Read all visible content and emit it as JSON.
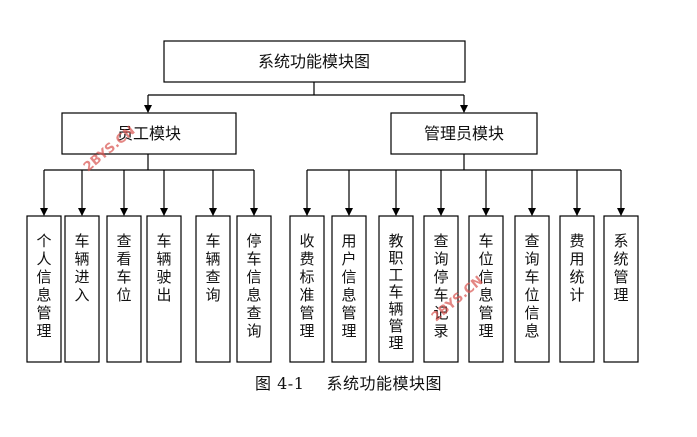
{
  "root": {
    "label": "系统功能模块图"
  },
  "modules": [
    {
      "label": "员工模块",
      "children": [
        "个人信息管理",
        "车辆进入",
        "查看车位",
        "车辆驶出",
        "车辆查询",
        "停车信息查询"
      ]
    },
    {
      "label": "管理员模块",
      "children": [
        "收费标准管理",
        "用户信息管理",
        "教职工车辆管理",
        "查询停车记录",
        "车位信息管理",
        "查询车位信息",
        "费用统计",
        "系统管理"
      ]
    }
  ],
  "caption": "图 4-1　 系统功能模块图",
  "watermarks": [
    "2BYS.CN",
    "2BYS.CN"
  ]
}
